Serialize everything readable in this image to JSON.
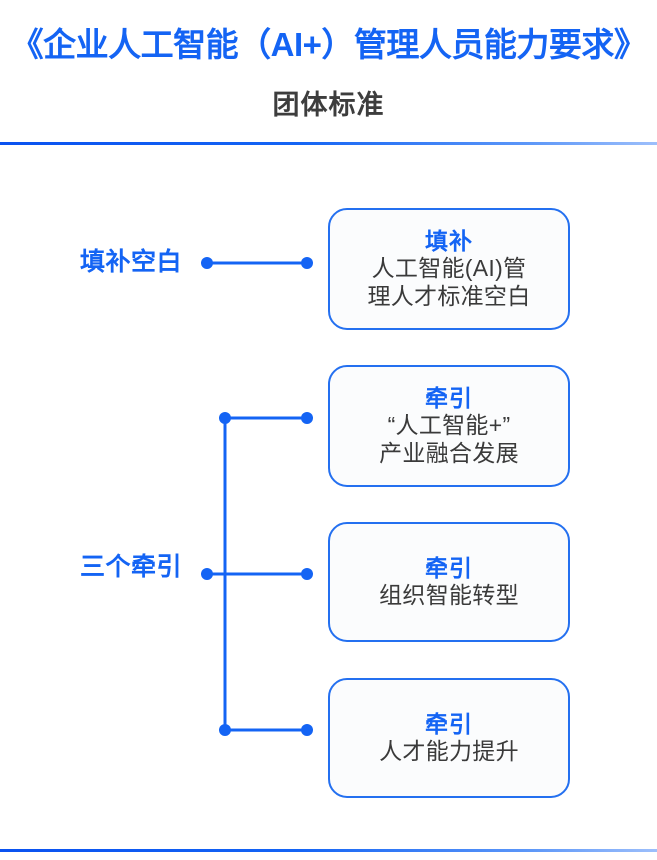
{
  "header": {
    "title": "《企业人工智能（AI+）管理人员能力要求》",
    "subtitle": "团体标准",
    "accent_color": "#1464f4",
    "subtitle_color": "#3d3d3d"
  },
  "diagram": {
    "groups": [
      {
        "label": "填补空白"
      },
      {
        "label": "三个牵引"
      }
    ],
    "nodes": [
      {
        "head": "填补",
        "body_line1": "人工智能(AI)管",
        "body_line2": "理人才标准空白",
        "group": "填补空白"
      },
      {
        "head": "牵引",
        "body_line1": "“人工智能+”",
        "body_line2": "产业融合发展",
        "group": "三个牵引"
      },
      {
        "head": "牵引",
        "body_line1": "组织智能转型",
        "body_line2": "",
        "group": "三个牵引"
      },
      {
        "head": "牵引",
        "body_line1": "人才能力提升",
        "body_line2": "",
        "group": "三个牵引"
      }
    ],
    "connector_color": "#1464f4",
    "box_border_color": "#2470f0",
    "box_fill_color": "#fbfcfd",
    "body_text_color": "#3a3a3a"
  },
  "rules": {
    "gradient_start": "#0a52f0",
    "gradient_end": "#9dbffb"
  }
}
